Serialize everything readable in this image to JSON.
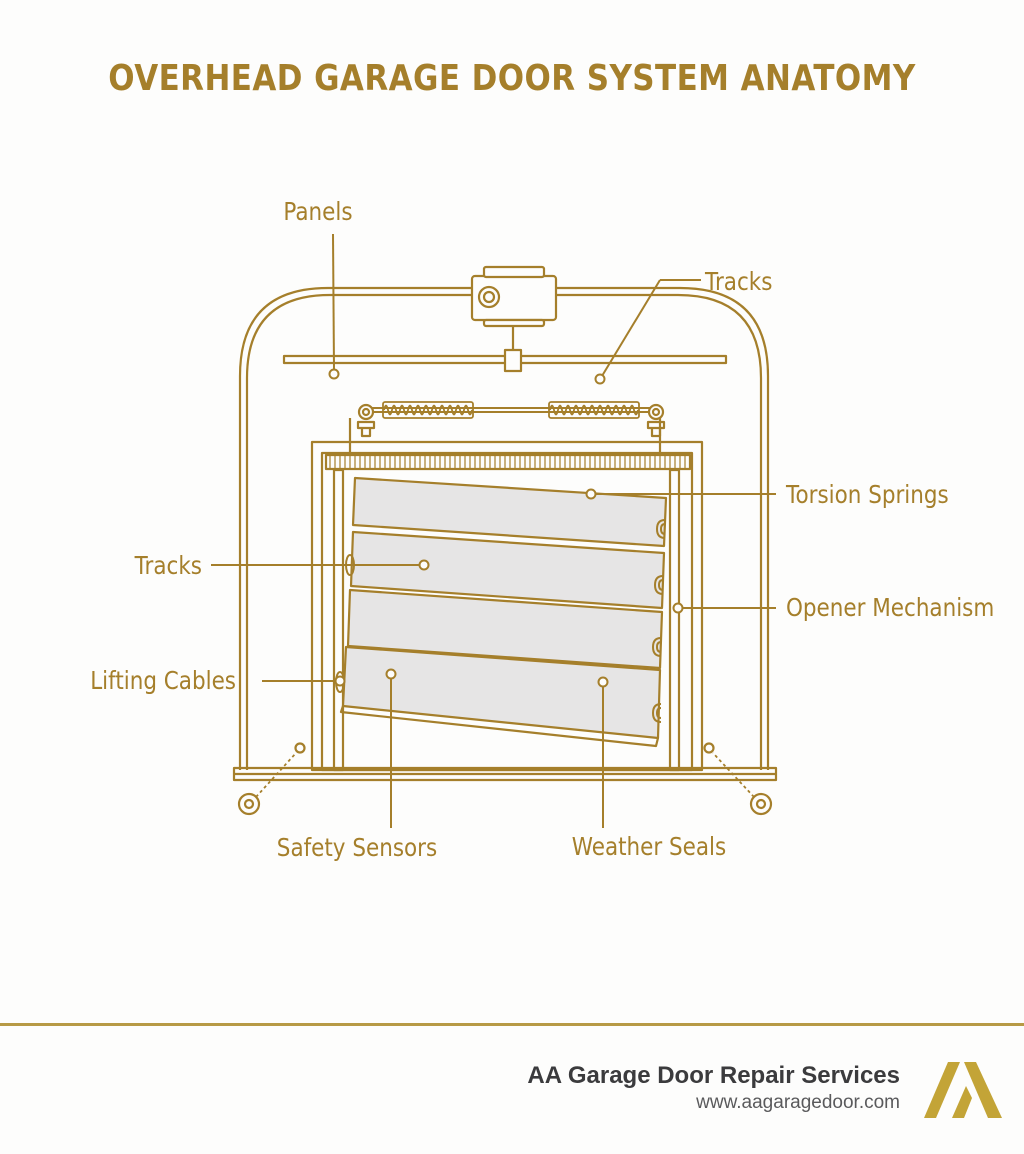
{
  "title": "OVERHEAD GARAGE DOOR SYSTEM ANATOMY",
  "labels": {
    "panels": "Panels",
    "tracks_top": "Tracks",
    "torsion_springs": "Torsion Springs",
    "tracks_left": "Tracks",
    "opener_mechanism": "Opener Mechanism",
    "lifting_cables": "Lifting Cables",
    "safety_sensors": "Safety Sensors",
    "weather_seals": "Weather Seals"
  },
  "footer": {
    "company": "AA Garage Door Repair Services",
    "website": "www.aagaragedoor.com"
  },
  "colors": {
    "accent": "#a57f2b",
    "panel_fill": "#e6e5e5",
    "footer_text": "#3b3b3d",
    "logo": "#c3a437"
  }
}
